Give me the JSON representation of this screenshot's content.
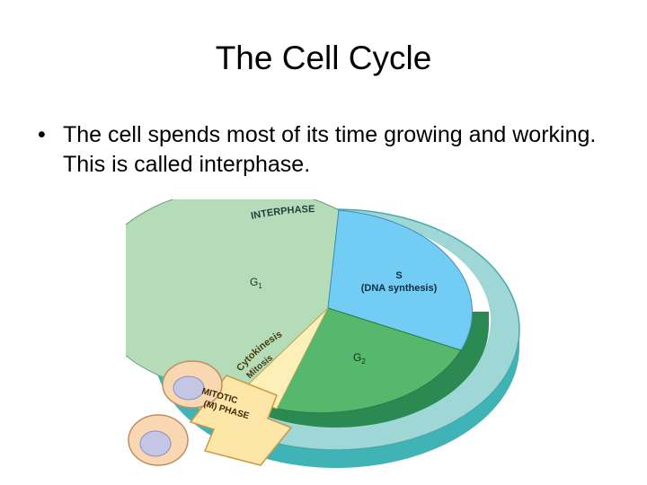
{
  "slide": {
    "title": "The Cell Cycle",
    "bullet": "The cell spends most of its time growing and working. This is called interphase.",
    "bullet_marker": "•"
  },
  "diagram": {
    "interphase_label": "INTERPHASE",
    "g1": {
      "letter": "G",
      "sub": "1"
    },
    "s_phase": {
      "title": "S",
      "subtitle": "(DNA synthesis)"
    },
    "g2": {
      "letter": "G",
      "sub": "2"
    },
    "cytokinesis_label": "Cytokinesis",
    "mitosis_label": "Mitosis",
    "mitotic_line1": "MITOTIC",
    "mitotic_line2": "(M) PHASE",
    "colors": {
      "ring": "#9fd6d6",
      "ring_side": "#3fb3b5",
      "g1": "#b5dcb9",
      "s": "#72ccf3",
      "g2": "#55b86c",
      "m": "#fcf0b8",
      "arrow": "#fde6a8",
      "cell": "#f9d7b0",
      "nucleus": "#c4c6e6"
    }
  }
}
